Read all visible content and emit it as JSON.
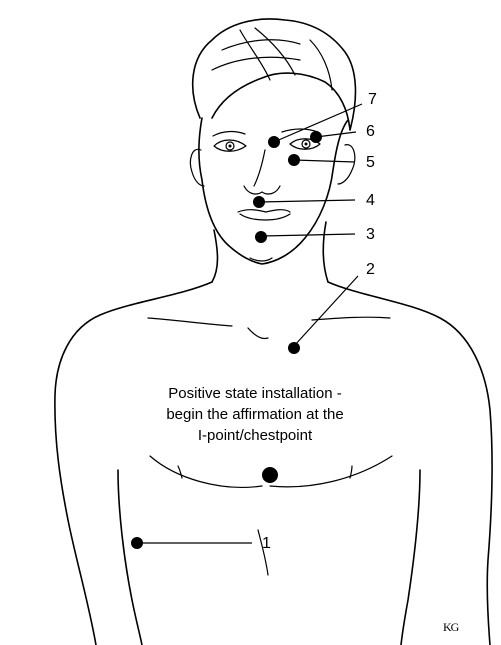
{
  "caption": {
    "lines": [
      "Positive state installation -",
      "begin the affirmation at the",
      "I-point/chestpoint"
    ]
  },
  "points": [
    {
      "label": "1"
    },
    {
      "label": "2"
    },
    {
      "label": "3"
    },
    {
      "label": "4"
    },
    {
      "label": "5"
    },
    {
      "label": "6"
    },
    {
      "label": "7"
    }
  ],
  "signature": "KG"
}
